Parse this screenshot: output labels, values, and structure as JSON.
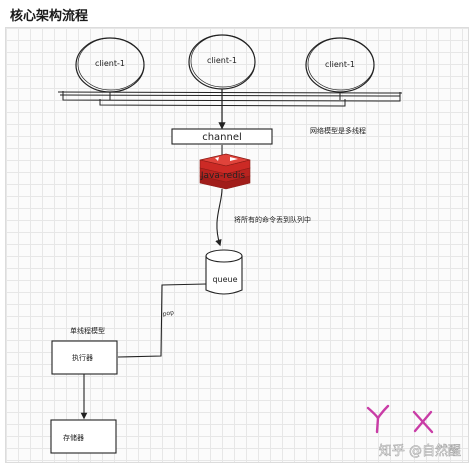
{
  "header": {
    "title": "核心架构流程"
  },
  "diagram": {
    "clients": [
      "client-1",
      "client-1",
      "client-1"
    ],
    "channel_label": "channel",
    "channel_note": "网络模型是多线程",
    "redis_label": "Java-redis",
    "queue_note": "将所有的命令丢到队列中",
    "queue_label": "queue",
    "single_thread_note": "单线程模型",
    "pop_label": "pop",
    "executor_label": "执行器",
    "storage_label": "存储器",
    "corner_mark": "Y X",
    "watermark": "知乎 @自然醒"
  },
  "colors": {
    "redis_red": "#cc2a25",
    "corner_mark": "#c93ca6",
    "watermark": "#ffffff"
  }
}
